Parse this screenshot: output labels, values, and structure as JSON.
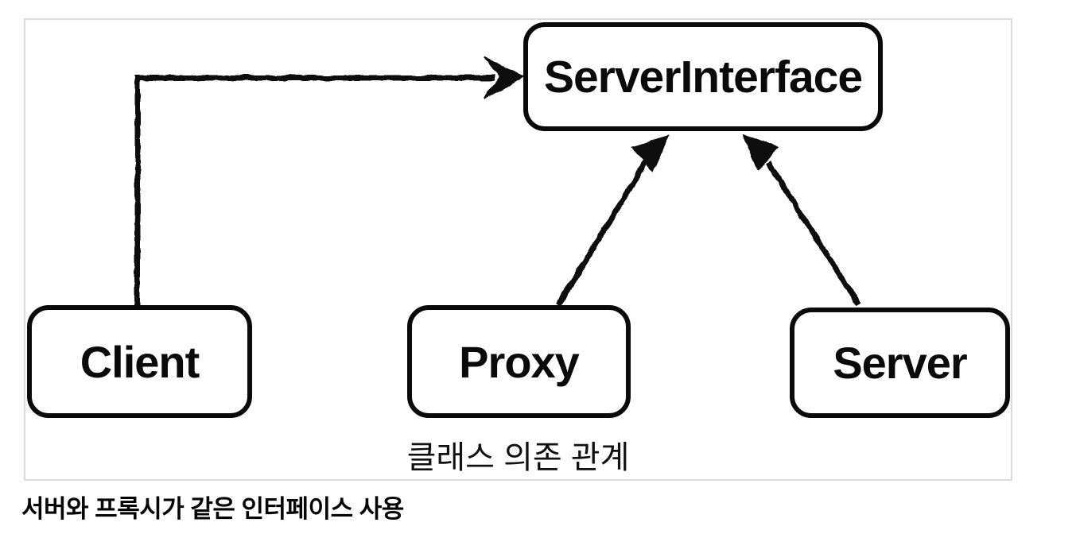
{
  "diagram": {
    "nodes": [
      {
        "id": "server-interface",
        "label": "ServerInterface"
      },
      {
        "id": "client",
        "label": "Client"
      },
      {
        "id": "proxy",
        "label": "Proxy"
      },
      {
        "id": "server",
        "label": "Server"
      }
    ],
    "edges": [
      {
        "from": "Client",
        "to": "ServerInterface",
        "style": "elbow, stealth open arrowhead, points right into left side of ServerInterface"
      },
      {
        "from": "Proxy",
        "to": "ServerInterface",
        "style": "diagonal, filled triangle arrowhead, points up-right into bottom of ServerInterface"
      },
      {
        "from": "Server",
        "to": "ServerInterface",
        "style": "diagonal, filled triangle arrowhead, points up-left into bottom of ServerInterface"
      }
    ],
    "caption": "클래스 의존 관계"
  },
  "page": {
    "caption": "서버와 프록시가 같은 인터페이스 사용"
  },
  "colors": {
    "ink": "#111111",
    "box_border": "#0a0a0a",
    "panel_border": "#dbdbdb",
    "background": "#ffffff"
  }
}
